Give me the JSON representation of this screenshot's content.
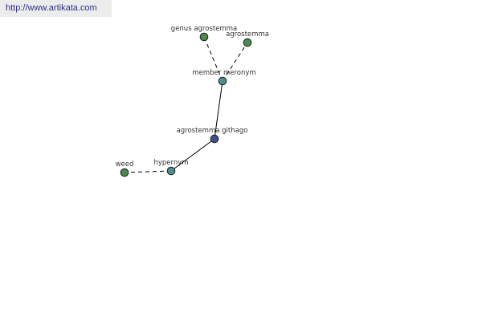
{
  "banner": {
    "url": "http://www.artikata.com"
  },
  "graph": {
    "nodes": [
      {
        "id": "center",
        "label": "agrostemma githago",
        "color": "#3f4f95",
        "role": "focus"
      },
      {
        "id": "member-meronym",
        "label": "member meronym",
        "color": "#4d8f8f",
        "role": "relation"
      },
      {
        "id": "hypernym",
        "label": "hypernym",
        "color": "#4d8f8f",
        "role": "relation"
      },
      {
        "id": "genus-agrostemma",
        "label": "genus agrostemma",
        "color": "#4a8a4a",
        "role": "term"
      },
      {
        "id": "agrostemma",
        "label": "agrostemma",
        "color": "#4a8a4a",
        "role": "term"
      },
      {
        "id": "weed",
        "label": "weed",
        "color": "#4a8a4a",
        "role": "term"
      }
    ],
    "edges": [
      {
        "from": "center",
        "to": "member-meronym",
        "style": "solid"
      },
      {
        "from": "center",
        "to": "hypernym",
        "style": "solid"
      },
      {
        "from": "member-meronym",
        "to": "genus-agrostemma",
        "style": "dashed"
      },
      {
        "from": "member-meronym",
        "to": "agrostemma",
        "style": "dashed"
      },
      {
        "from": "hypernym",
        "to": "weed",
        "style": "dashed"
      }
    ]
  }
}
